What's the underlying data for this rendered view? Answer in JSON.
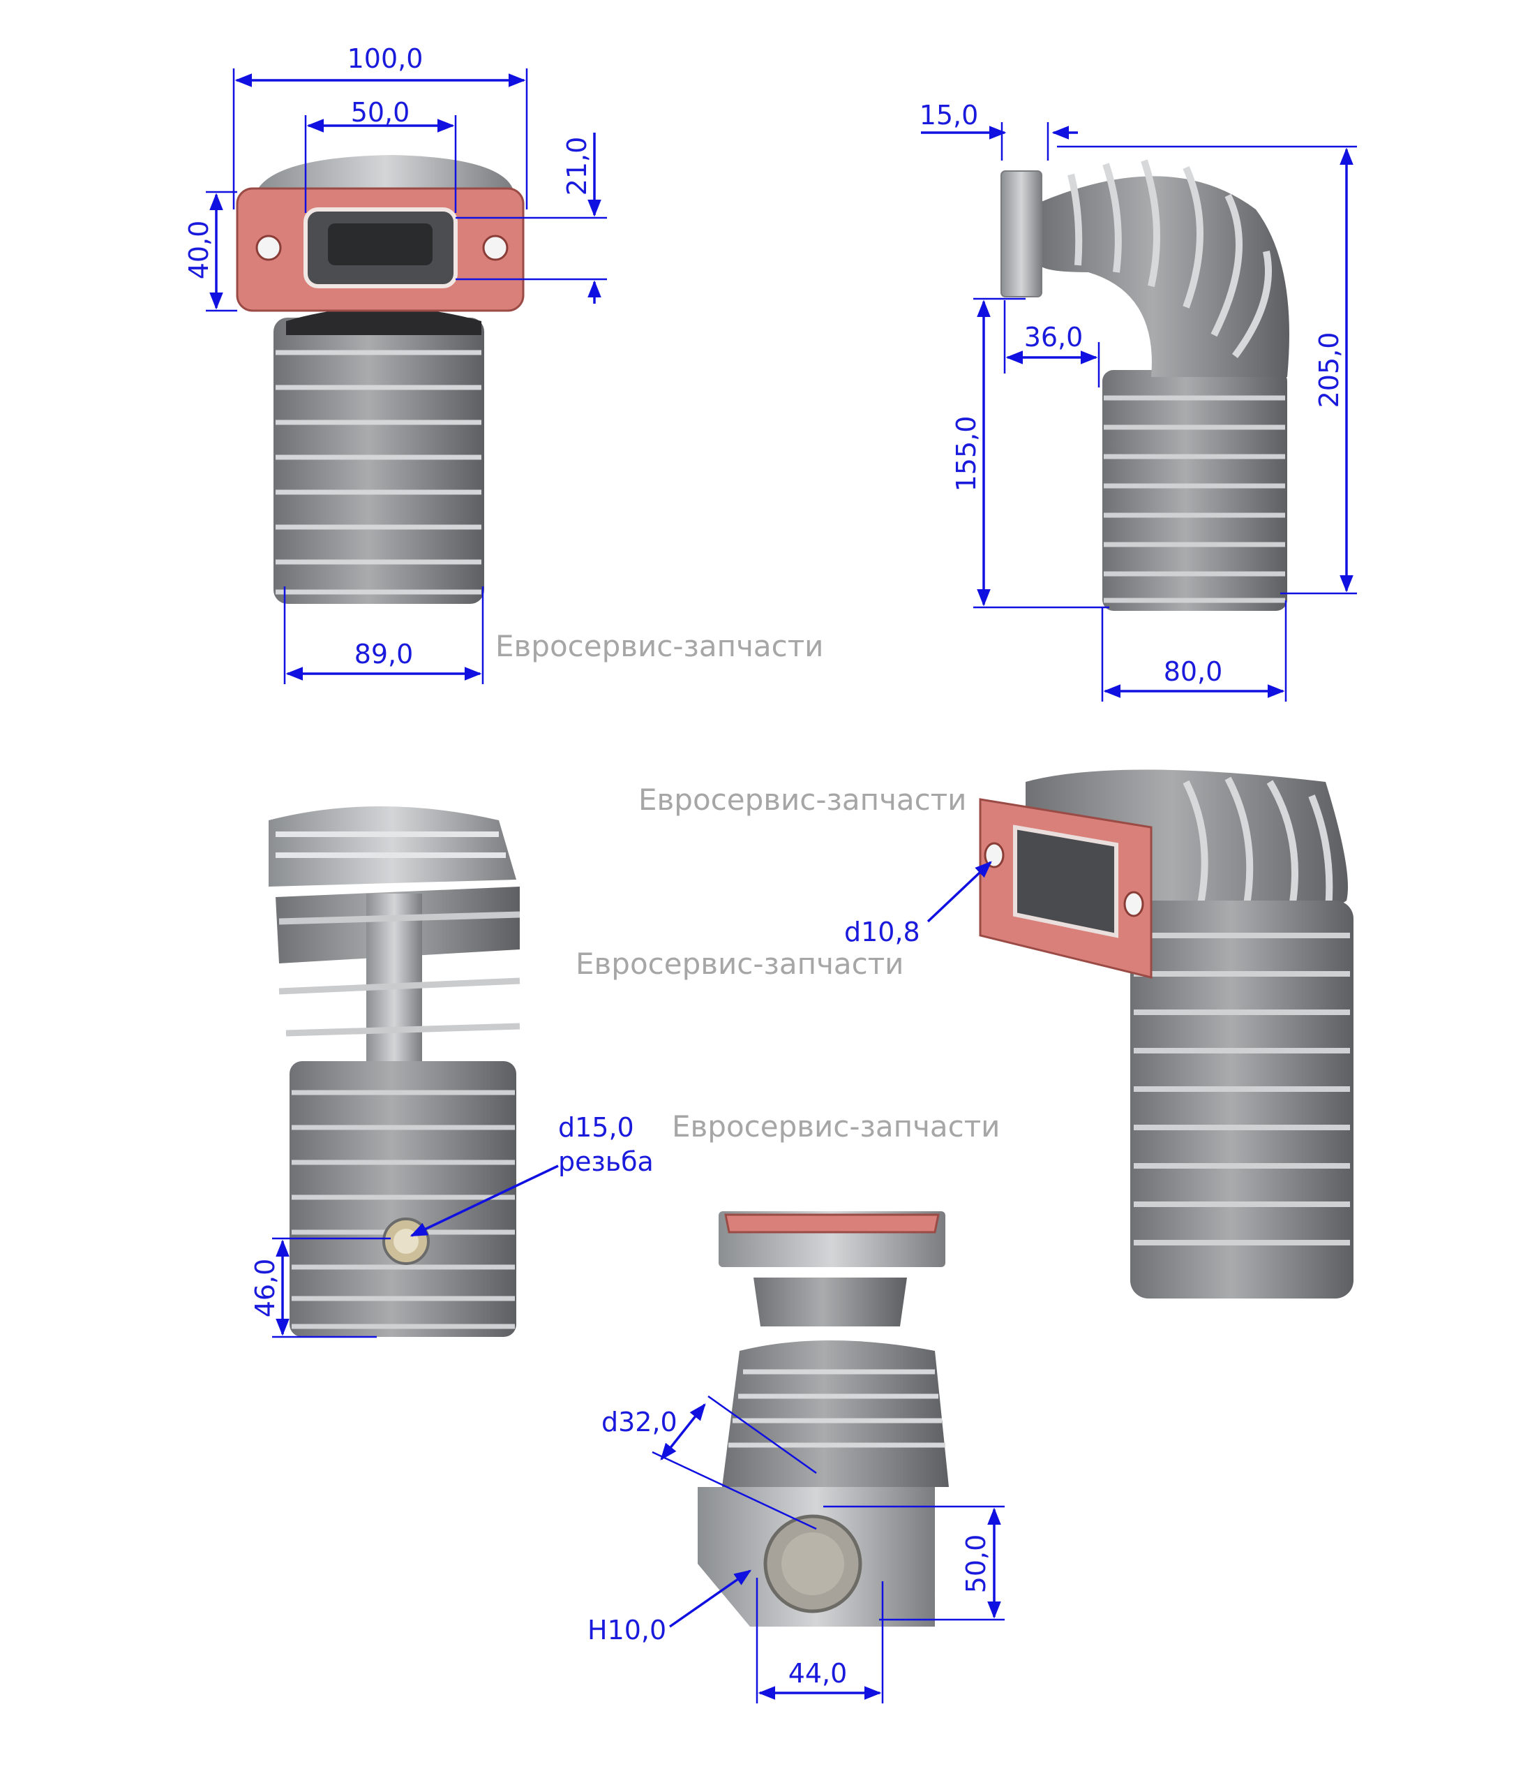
{
  "colors": {
    "dimension": "#1a1adc",
    "watermark": "#a6a6a6",
    "gasket": "#d9807a",
    "metal": "#8e9092"
  },
  "watermark": "Евросервис-запчасти",
  "views": {
    "front": {
      "width_top": "100,0",
      "port_width": "50,0",
      "port_height": "21,0",
      "flange_height": "40,0",
      "width_bottom": "89,0"
    },
    "side": {
      "flange_offset": "15,0",
      "flange_depth": "36,0",
      "outlet_height": "155,0",
      "total_height": "205,0",
      "base_width": "80,0"
    },
    "rear": {
      "thread_dia": "d15,0",
      "thread_label": "резьба",
      "hole_height": "46,0"
    },
    "flange_view": {
      "bolt_hole": "d10,8"
    },
    "bottom": {
      "bore_dia": "d32,0",
      "hex_size": "H10,0",
      "height": "50,0",
      "width": "44,0"
    }
  }
}
